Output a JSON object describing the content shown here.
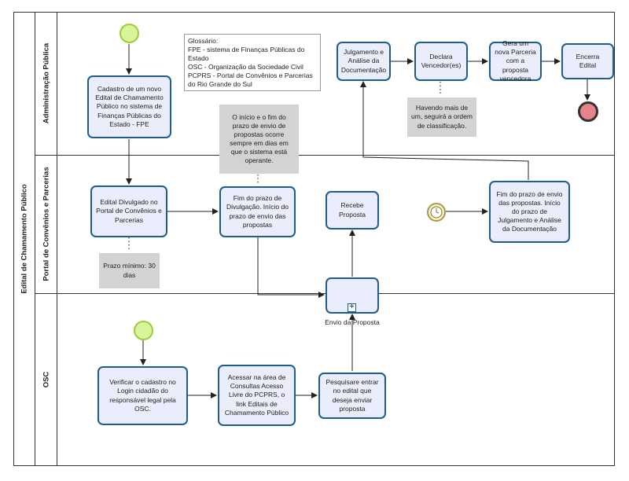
{
  "pool": {
    "label": "Edital de Chamamento Público"
  },
  "lanes": [
    {
      "label": "Administração Pública"
    },
    {
      "label": "Portal de Convênios e Parcerias"
    },
    {
      "label": "OSC"
    }
  ],
  "glossary": {
    "title": "Glossário:",
    "lines": [
      "FPE - sistema de Finanças Públicas do Estado",
      "OSC - Organização da Sociedade Civil",
      "PCPRS - Portal de Convênios e Parcerias do Rio Grande do Sul"
    ]
  },
  "tasks": {
    "cadastro": "Cadastro de um novo Edital de Chamamento Público no sistema de Finanças Públicas do Estado - FPE",
    "julgamento": "Julgamento e Análise da Documentação",
    "declara": "Declara Vencedor(es)",
    "gera": "Gera um nova Parceria com a proposta vencedora",
    "encerra": "Encerra Edital",
    "divulgado": "Edital Divulgado no Portal de Convênios e Parcerias",
    "fim_divulgacao": "Fim do prazo de Divulgação. Início do prazo de envio das propostas",
    "recebe": "Recebe Proposta",
    "fim_envio": "Fim do prazo de envio das propostas. Início do prazo de Julgamento e Análise da Documentação",
    "verificar": "Verificar o cadastro no Login cidadão do responsável legal pela OSC.",
    "acessar": "Acessar na área de Consultas Acesso Livre do PCPRS, o link Editais de Chamamento Público",
    "pesquisar": "Pesquisare entrar no edital que deseja enviar proposta"
  },
  "subprocess": {
    "label": "Envio da Proposta"
  },
  "notes": {
    "prazo_envio": "O início e o fim do prazo de envio de propostas ocorre sempre em dias em que o sistema está operante.",
    "havendo": "Havendo mais de um, seguirá a ordem de classificação.",
    "prazo_minimo": "Prazo mínimo: 30 dias"
  },
  "colors": {
    "task_fill": "#eaeefc",
    "task_border": "#1f5d8c",
    "note_fill": "#d3d3d3",
    "start_fill": "#d8f59a",
    "end_fill": "#e8838a",
    "timer_fill": "#f8f5c4"
  }
}
